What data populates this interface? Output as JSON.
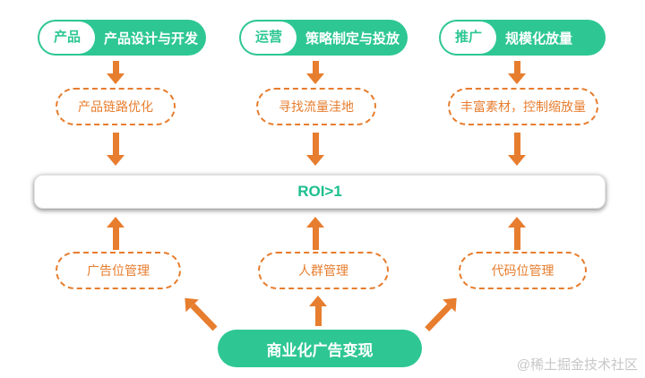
{
  "diagram": {
    "top_flows": [
      {
        "tag": "产品",
        "label": "产品设计与开发",
        "dashed": "产品链路优化"
      },
      {
        "tag": "运营",
        "label": "策略制定与投放",
        "dashed": "寻找流量洼地"
      },
      {
        "tag": "推广",
        "label": "规模化放量",
        "dashed": "丰富素材，控制缩放量"
      }
    ],
    "roi_label": "ROI>1",
    "bottom_boxes": [
      {
        "label": "广告位管理"
      },
      {
        "label": "人群管理"
      },
      {
        "label": "代码位管理"
      }
    ],
    "bottom_pill_label": "商业化广告变现",
    "watermark": "@稀土掘金技术社区",
    "colors": {
      "green": "#2EC793",
      "orange": "#E77D2E",
      "roi_text": "#1CBE8D",
      "watermark": "#C7C7C7"
    }
  }
}
